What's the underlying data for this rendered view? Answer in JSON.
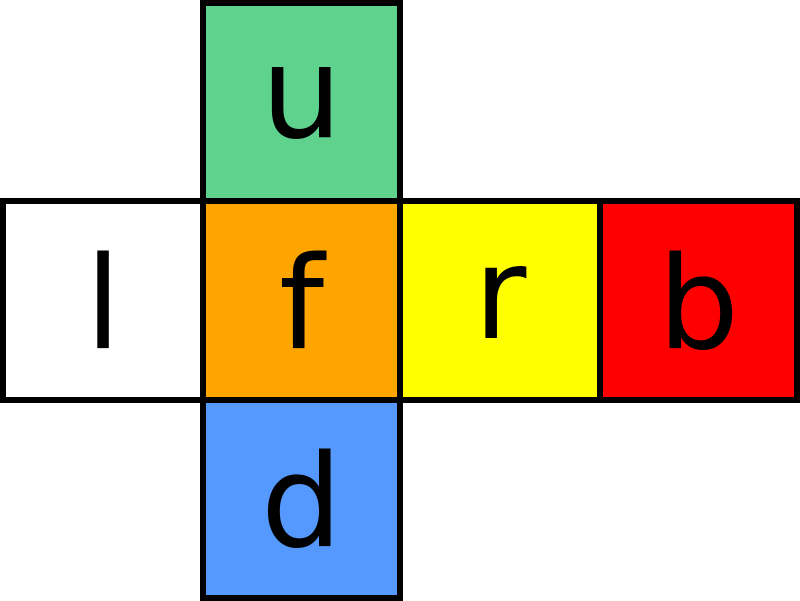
{
  "faces": [
    {
      "id": "up",
      "label": "u",
      "color": "#5fd38d"
    },
    {
      "id": "left",
      "label": "l",
      "color": "#ffffff"
    },
    {
      "id": "front",
      "label": "f",
      "color": "#ffa500"
    },
    {
      "id": "right",
      "label": "r",
      "color": "#ffff00"
    },
    {
      "id": "back",
      "label": "b",
      "color": "#ff0000"
    },
    {
      "id": "down",
      "label": "d",
      "color": "#5599ff"
    }
  ]
}
